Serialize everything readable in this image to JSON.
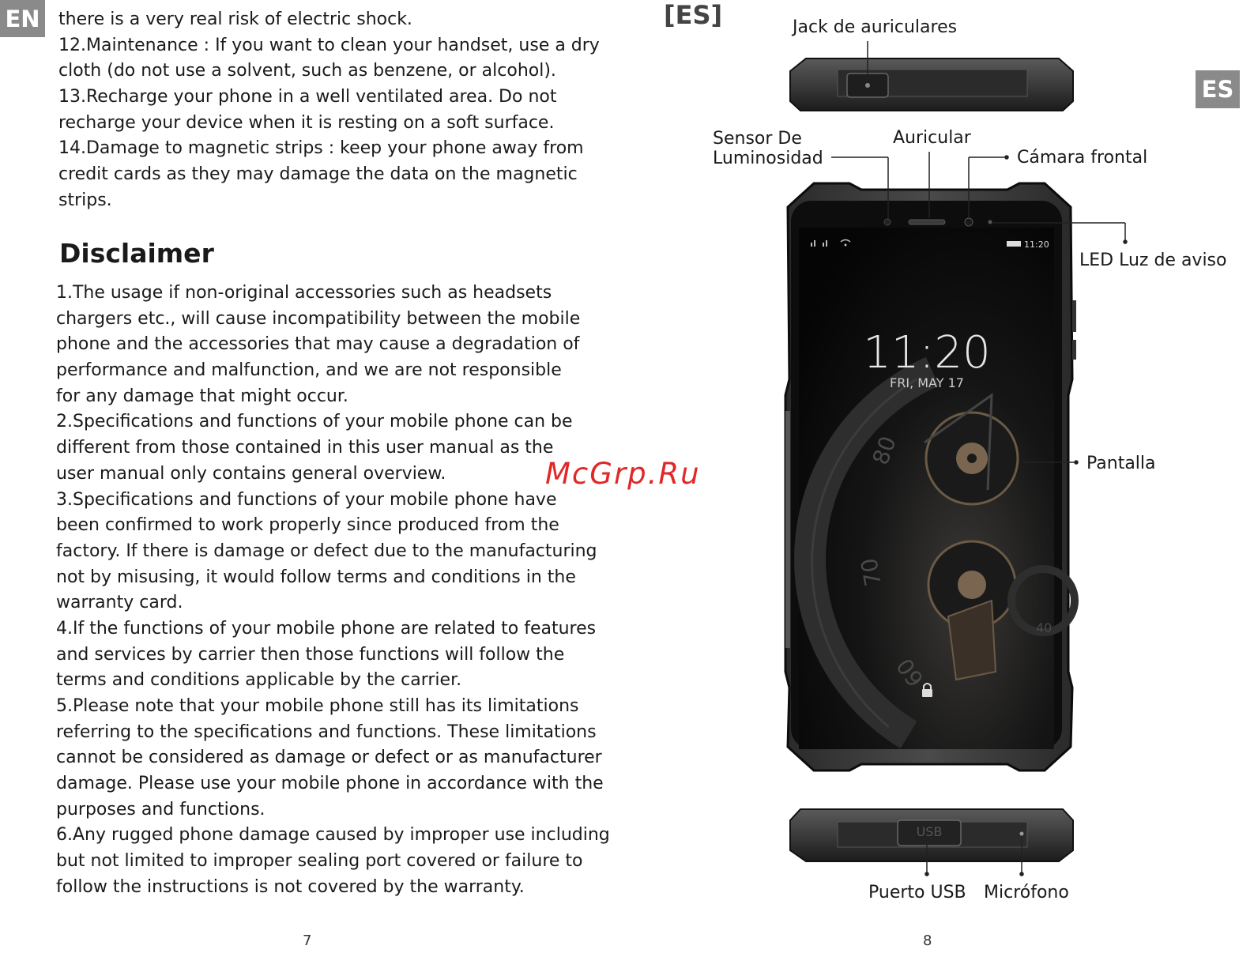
{
  "left_page": {
    "lang_tab": "EN",
    "top_lines": [
      "there is a very real risk of electric shock.",
      "12.Maintenance : If you want to clean your handset, use a dry",
      "cloth (do not use a solvent, such as benzene, or alcohol).",
      "13.Recharge your phone in a well ventilated area. Do not",
      "recharge your device when it is resting on a soft surface.",
      "14.Damage to magnetic strips : keep your phone away from",
      "credit cards as they may damage the data on the magnetic",
      "strips."
    ],
    "heading": "Disclaimer",
    "disclaimer_lines": [
      "1.The usage if non-original accessories such as headsets",
      "chargers etc., will cause incompatibility between the mobile",
      "phone and the accessories that may cause a degradation of",
      "performance and malfunction, and we are not responsible",
      "for any damage that might occur.",
      "2.Specifications and functions of your mobile phone can be",
      "different from those contained in this user manual as the",
      "user manual only contains general overview.",
      "3.Specifications and functions of your mobile phone have",
      "been confirmed to work properly since produced from the",
      "factory. If there is damage or defect due to the manufacturing",
      "not by misusing, it would follow terms and conditions in the",
      "warranty card.",
      "4.If the functions of your mobile phone are related to features",
      "and services by carrier then those functions will follow the",
      "terms and conditions applicable by the carrier.",
      "5.Please note that your mobile phone still has its limitations",
      "referring to the specifications and functions. These limitations",
      "cannot be considered as damage or defect or as manufacturer",
      "damage. Please use your mobile phone in accordance with the",
      "purposes and functions.",
      "6.Any rugged phone damage caused by improper use including",
      "but not limited to improper sealing port covered or failure to",
      "follow the instructions is not covered by the warranty."
    ],
    "page_number": "7"
  },
  "watermark": "McGrp.Ru",
  "right_page": {
    "section_label": "[ES]",
    "lang_tab": "ES",
    "labels": {
      "headphone_jack": "Jack de auriculares",
      "light_sensor_1": "Sensor De",
      "light_sensor_2": "Luminosidad",
      "earpiece": "Auricular",
      "front_camera": "Cámara frontal",
      "led": "LED Luz de aviso",
      "screen": "Pantalla",
      "usb": "Puerto USB",
      "microphone": "Micrófono"
    },
    "phone_screen": {
      "status_time": "11:20",
      "clock": "11:20",
      "date": "FRI, MAY 17",
      "dial_numbers": [
        "80",
        "70",
        "60",
        "40"
      ],
      "usb_port_text": "USB"
    },
    "page_number": "8"
  }
}
